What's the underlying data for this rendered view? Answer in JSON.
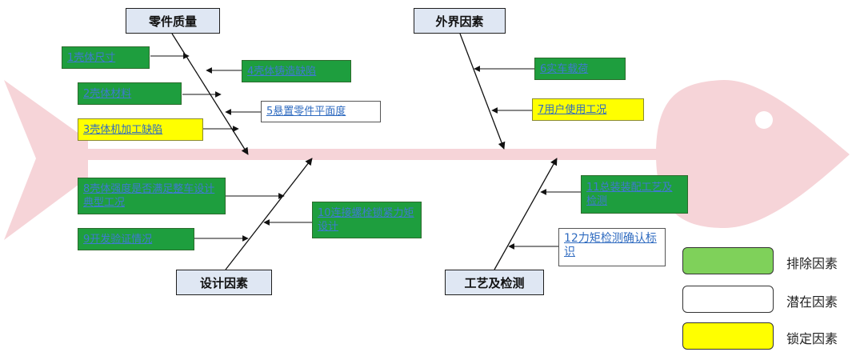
{
  "categories": {
    "parts_quality": "零件质量",
    "external_factors": "外界因素",
    "design_factors": "设计因素",
    "process_inspection": "工艺及检测"
  },
  "causes": {
    "c1": "1壳体尺寸",
    "c2": "2壳体材料",
    "c3": "3壳体机加工缺陷",
    "c4": "4壳体铸造缺陷",
    "c5": "5悬置零件平面度",
    "c6": "6实车载荷",
    "c7": "7用户使用工况",
    "c8": "8壳体强度是否满足整车设计典型工况",
    "c9": "9开发验证情况",
    "c10": "10连接螺栓锁紧力矩设计",
    "c11": "11总装装配工艺及检测",
    "c12": "12力矩检测确认标识"
  },
  "legend": {
    "excluded": "排除因素",
    "potential": "潜在因素",
    "locked": "锁定因素"
  },
  "colors": {
    "fish": "#f6d4d8",
    "excluded": "#1e9e3e",
    "potential": "#ffffff",
    "locked": "#ffff00",
    "category_bg": "#dfe7f3",
    "legend_green": "#7fd15a"
  }
}
